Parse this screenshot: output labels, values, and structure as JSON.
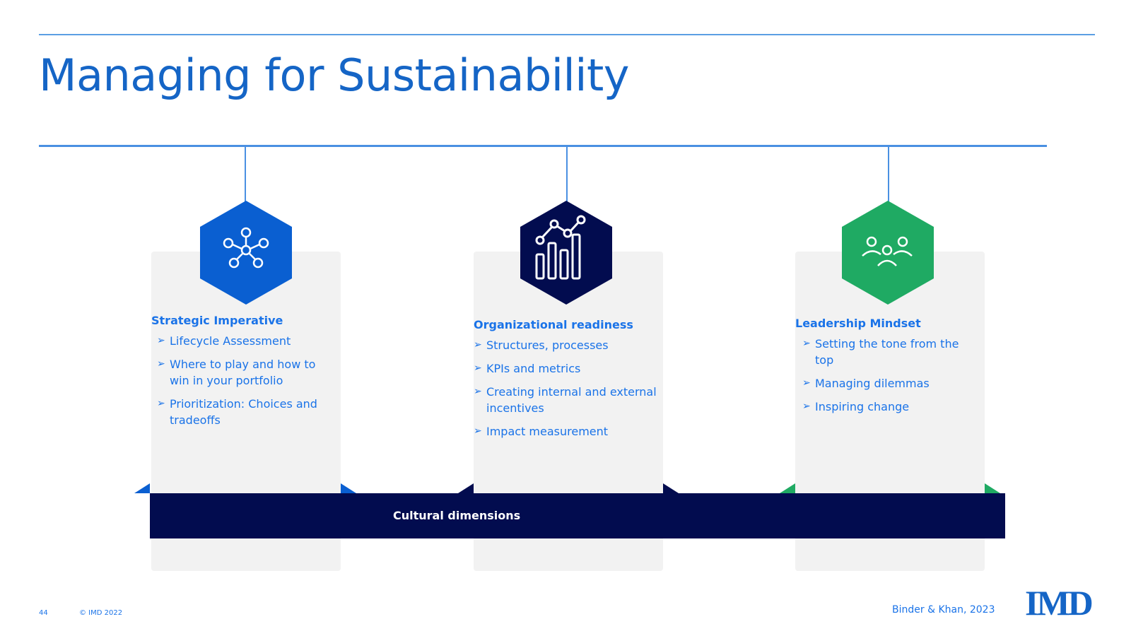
{
  "slide": {
    "title": "Managing for Sustainability"
  },
  "pillars": [
    {
      "heading": "Strategic Imperative",
      "icon": "network-icon",
      "color": "#0a5fd1",
      "bullets": [
        "Lifecycle Assessment",
        "Where to play and how to win in your portfolio",
        "Prioritization: Choices and tradeoffs"
      ]
    },
    {
      "heading": "Organizational readiness",
      "icon": "bar-chart-icon",
      "color": "#020c4f",
      "bullets": [
        "Structures, processes",
        "KPIs and metrics",
        "Creating internal and external incentives",
        "Impact measurement"
      ]
    },
    {
      "heading": "Leadership Mindset",
      "icon": "team-icon",
      "color": "#1faa63",
      "bullets": [
        "Setting the tone from the top",
        "Managing dilemmas",
        "Inspiring change"
      ]
    }
  ],
  "band": {
    "label": "Cultural dimensions",
    "color": "#020c4f"
  },
  "footer": {
    "page_number": "44",
    "copyright": "© IMD 2022",
    "source": "Binder & Khan, 2023",
    "logo": "IMD"
  },
  "colors": {
    "title": "#1565c6",
    "connector": "#4a90e2",
    "text": "#1a73e8"
  }
}
